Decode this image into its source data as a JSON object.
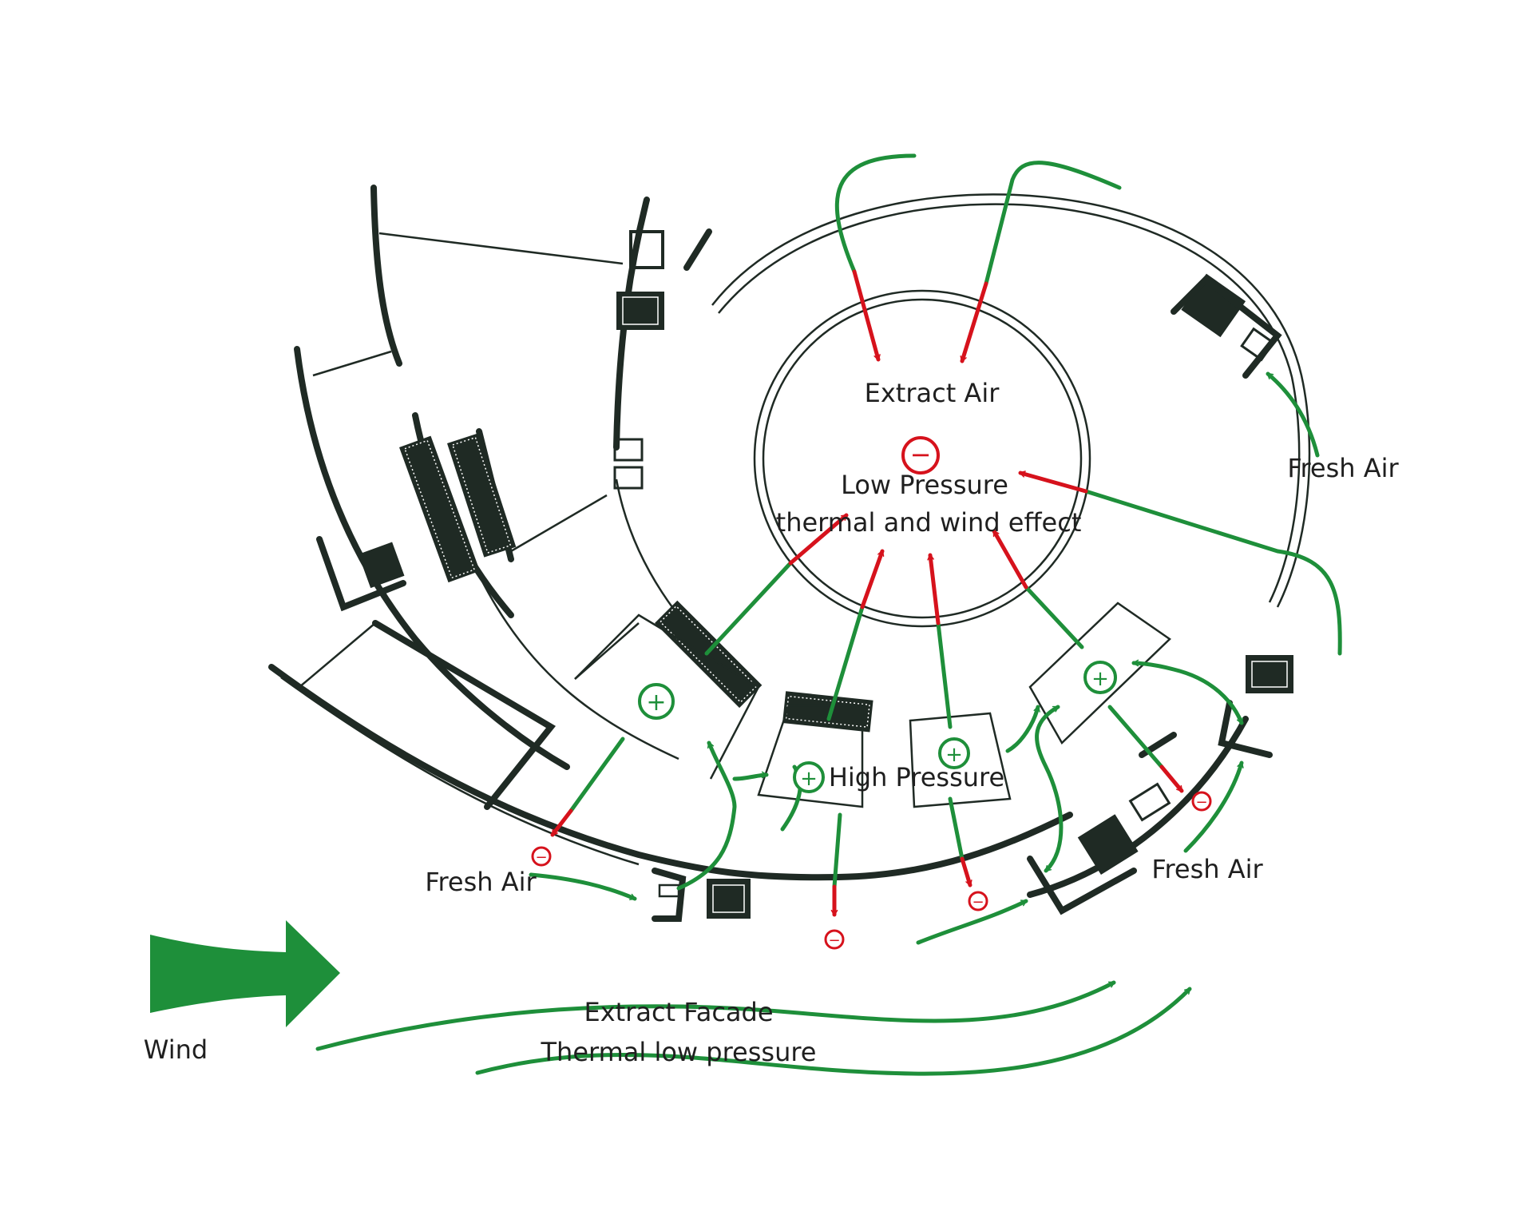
{
  "colors": {
    "airflow": "#1e8f3a",
    "extract": "#d6121c",
    "structure": "#1f2a24",
    "text": "#1f1f1f"
  },
  "labels": {
    "extract_air": "Extract Air",
    "low_pressure": "Low Pressure",
    "low_pressure_sub": "thermal and wind effect",
    "high_pressure": "High Pressure",
    "fresh_air_right": "Fresh Air",
    "fresh_air_left": "Fresh Air",
    "fresh_air_bottom_right": "Fresh Air",
    "extract_facade": "Extract Facade",
    "thermal_low_pressure": "Thermal low pressure",
    "wind": "Wind"
  },
  "symbols": {
    "plus": "+",
    "minus": "−"
  },
  "icons": {
    "wind_arrow": "wind-arrow-icon",
    "high_pressure_marker": "plus-circle-icon",
    "low_pressure_marker": "minus-circle-icon"
  }
}
